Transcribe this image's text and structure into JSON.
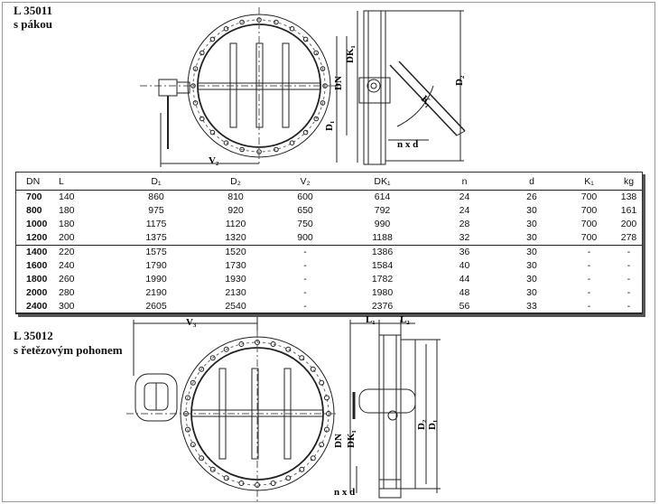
{
  "top": {
    "model": "L 35011",
    "variant": "s pákou",
    "dims": {
      "dn": "DN",
      "dk1": "DK₁",
      "d2": "D₂",
      "k1": "K₁",
      "d1": "D₁",
      "v2": "V₂",
      "nxd": "n x d"
    }
  },
  "bottom": {
    "model": "L 35012",
    "variant": "s řetězovým pohonem",
    "dims": {
      "v3": "V₃",
      "l1": "L₁",
      "l2": "L₂",
      "d2": "D₂",
      "d1": "D₁",
      "dn": "DN",
      "dk1": "DK₁",
      "nxd": "n x d"
    }
  },
  "table": {
    "headers": [
      "DN",
      "L",
      "D₁",
      "D₂",
      "V₂",
      "DK₁",
      "n",
      "d",
      "K₁",
      "kg"
    ],
    "rows": [
      [
        "700",
        "140",
        "860",
        "810",
        "600",
        "614",
        "24",
        "26",
        "700",
        "138"
      ],
      [
        "800",
        "180",
        "975",
        "920",
        "650",
        "792",
        "24",
        "30",
        "700",
        "161"
      ],
      [
        "1000",
        "180",
        "1175",
        "1120",
        "750",
        "990",
        "28",
        "30",
        "700",
        "200"
      ],
      [
        "1200",
        "200",
        "1375",
        "1320",
        "900",
        "1188",
        "32",
        "30",
        "700",
        "278"
      ],
      [
        "1400",
        "220",
        "1575",
        "1520",
        "-",
        "1386",
        "36",
        "30",
        "-",
        "-"
      ],
      [
        "1600",
        "240",
        "1790",
        "1730",
        "-",
        "1584",
        "40",
        "30",
        "-",
        "-"
      ],
      [
        "1800",
        "260",
        "1990",
        "1930",
        "-",
        "1782",
        "44",
        "30",
        "-",
        "-"
      ],
      [
        "2000",
        "280",
        "2190",
        "2130",
        "-",
        "1980",
        "48",
        "30",
        "-",
        "-"
      ],
      [
        "2400",
        "300",
        "2605",
        "2540",
        "-",
        "2376",
        "56",
        "33",
        "-",
        "-"
      ]
    ]
  }
}
